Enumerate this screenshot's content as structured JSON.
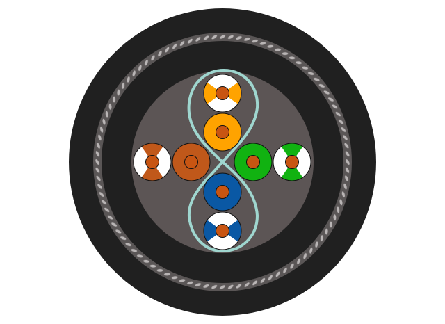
{
  "diagram": {
    "type": "cable-cross-section",
    "colors": {
      "background": "#ffffff",
      "jacket": "#202020",
      "shield_band": "#5a5656",
      "shield_strand_fill": "#b9b5b5",
      "shield_strand_stroke": "#6f6b6b",
      "inner_jacket": "#202020",
      "core": "#5c5555",
      "separator": "#9fd6cf",
      "copper": "#c85512",
      "outline": "#111111",
      "white": "#ffffff"
    },
    "shield_strand_count": 96,
    "pairs": [
      {
        "name": "orange-pair",
        "stripe_color": "#ffa300",
        "solid_color": "#ffa300",
        "stripe_angle": 0
      },
      {
        "name": "brown-pair",
        "stripe_color": "#c0581a",
        "solid_color": "#c0581a",
        "stripe_angle": 90
      },
      {
        "name": "green-pair",
        "stripe_color": "#11b211",
        "solid_color": "#11b211",
        "stripe_angle": 90
      },
      {
        "name": "blue-pair",
        "stripe_color": "#0a58a4",
        "solid_color": "#0a58a4",
        "stripe_angle": 0
      }
    ]
  }
}
